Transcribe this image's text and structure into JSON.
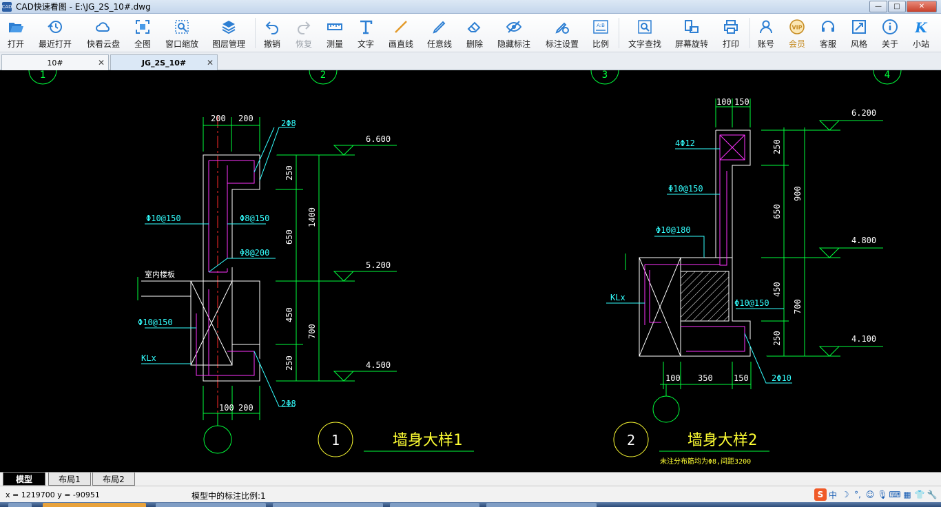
{
  "window": {
    "title": "CAD快速看图 - E:\\JG_2S_10#.dwg",
    "logo_text": "CAD",
    "minimize": "—",
    "maximize": "□",
    "close": "✕"
  },
  "toolbar": {
    "items": [
      {
        "label": "打开",
        "icon": "folder-open-icon"
      },
      {
        "label": "最近打开",
        "icon": "history-clock-icon"
      },
      {
        "label": "快看云盘",
        "icon": "cloud-icon"
      },
      {
        "label": "全图",
        "icon": "fullscreen-icon"
      },
      {
        "label": "窗口缩放",
        "icon": "zoom-window-icon"
      },
      {
        "label": "图层管理",
        "icon": "layers-icon"
      },
      {
        "label": "撤销",
        "icon": "undo-icon"
      },
      {
        "label": "恢复",
        "icon": "redo-icon"
      },
      {
        "label": "测量",
        "icon": "ruler-icon"
      },
      {
        "label": "文字",
        "icon": "text-t-icon"
      },
      {
        "label": "画直线",
        "icon": "line-icon"
      },
      {
        "label": "任意线",
        "icon": "pen-icon"
      },
      {
        "label": "删除",
        "icon": "eraser-icon"
      },
      {
        "label": "隐藏标注",
        "icon": "eye-hidden-icon"
      },
      {
        "label": "标注设置",
        "icon": "annotation-gear-icon"
      },
      {
        "label": "比例",
        "icon": "scale-ab-icon"
      },
      {
        "label": "文字查找",
        "icon": "text-search-icon"
      },
      {
        "label": "屏幕旋转",
        "icon": "rotate-screen-icon"
      },
      {
        "label": "打印",
        "icon": "printer-icon"
      },
      {
        "label": "账号",
        "icon": "user-icon"
      },
      {
        "label": "会员",
        "icon": "vip-badge-icon"
      },
      {
        "label": "客服",
        "icon": "headset-icon"
      },
      {
        "label": "风格",
        "icon": "style-icon"
      },
      {
        "label": "关于",
        "icon": "info-icon"
      },
      {
        "label": "小站",
        "icon": "k-logo-icon"
      }
    ],
    "vip_text": "VIP",
    "scale_text": "A:B",
    "k_text": "K"
  },
  "doc_tabs": [
    {
      "label": "10#"
    },
    {
      "label": "JG_2S_10#"
    }
  ],
  "tab_close": "✕",
  "drawing": {
    "grid_bubbles": [
      "1",
      "2",
      "3",
      "4"
    ],
    "detail1": {
      "dims_top": [
        "200",
        "200"
      ],
      "dims_bottom": [
        "100",
        "200"
      ],
      "vertical_dims": [
        "250",
        "650",
        "450",
        "250"
      ],
      "total_dims": [
        "1400",
        "700"
      ],
      "elevations": [
        "6.600",
        "5.200",
        "4.500"
      ],
      "rebar_labels": [
        "2Φ8",
        "Φ10@150",
        "Φ8@150",
        "Φ8@200",
        "室内楼板",
        "Φ10@150",
        "KLx",
        "2Φ8"
      ],
      "number": "1",
      "title": "墙身大样1"
    },
    "detail2": {
      "dims_top": [
        "100",
        "150"
      ],
      "dims_bottom": [
        "100",
        "350",
        "150"
      ],
      "vertical_dims": [
        "250",
        "650",
        "450",
        "250"
      ],
      "total_dims": [
        "900",
        "700"
      ],
      "elevations": [
        "6.200",
        "4.800",
        "4.100"
      ],
      "rebar_labels": [
        "4Φ12",
        "Φ10@150",
        "Φ10@180",
        "KLx",
        "Φ10@150",
        "2Φ10"
      ],
      "number": "2",
      "title": "墙身大样2",
      "note": "未注分布筋均为Φ8,间距3200"
    }
  },
  "layout_tabs": [
    {
      "label": "模型"
    },
    {
      "label": "布局1"
    },
    {
      "label": "布局2"
    }
  ],
  "status": {
    "coords": "x = 1219700  y = -90951",
    "scale": "模型中的标注比例:1"
  },
  "ime": {
    "sogou": "S",
    "lang": "中",
    "moon": "☽",
    "punct": "°,",
    "smile": "☺",
    "mic": "🎙",
    "keyboard": "⌨",
    "grid": "▦",
    "shirt": "👕",
    "wrench": "🔧"
  },
  "colors": {
    "canvas_bg": "#000000",
    "dim_green": "#00ff3c",
    "outline_white": "#ffffff",
    "rebar_magenta": "#ff33ff",
    "label_cyan": "#33ffff",
    "title_yellow": "#ffff33",
    "axis_red": "#ff2a2a"
  }
}
